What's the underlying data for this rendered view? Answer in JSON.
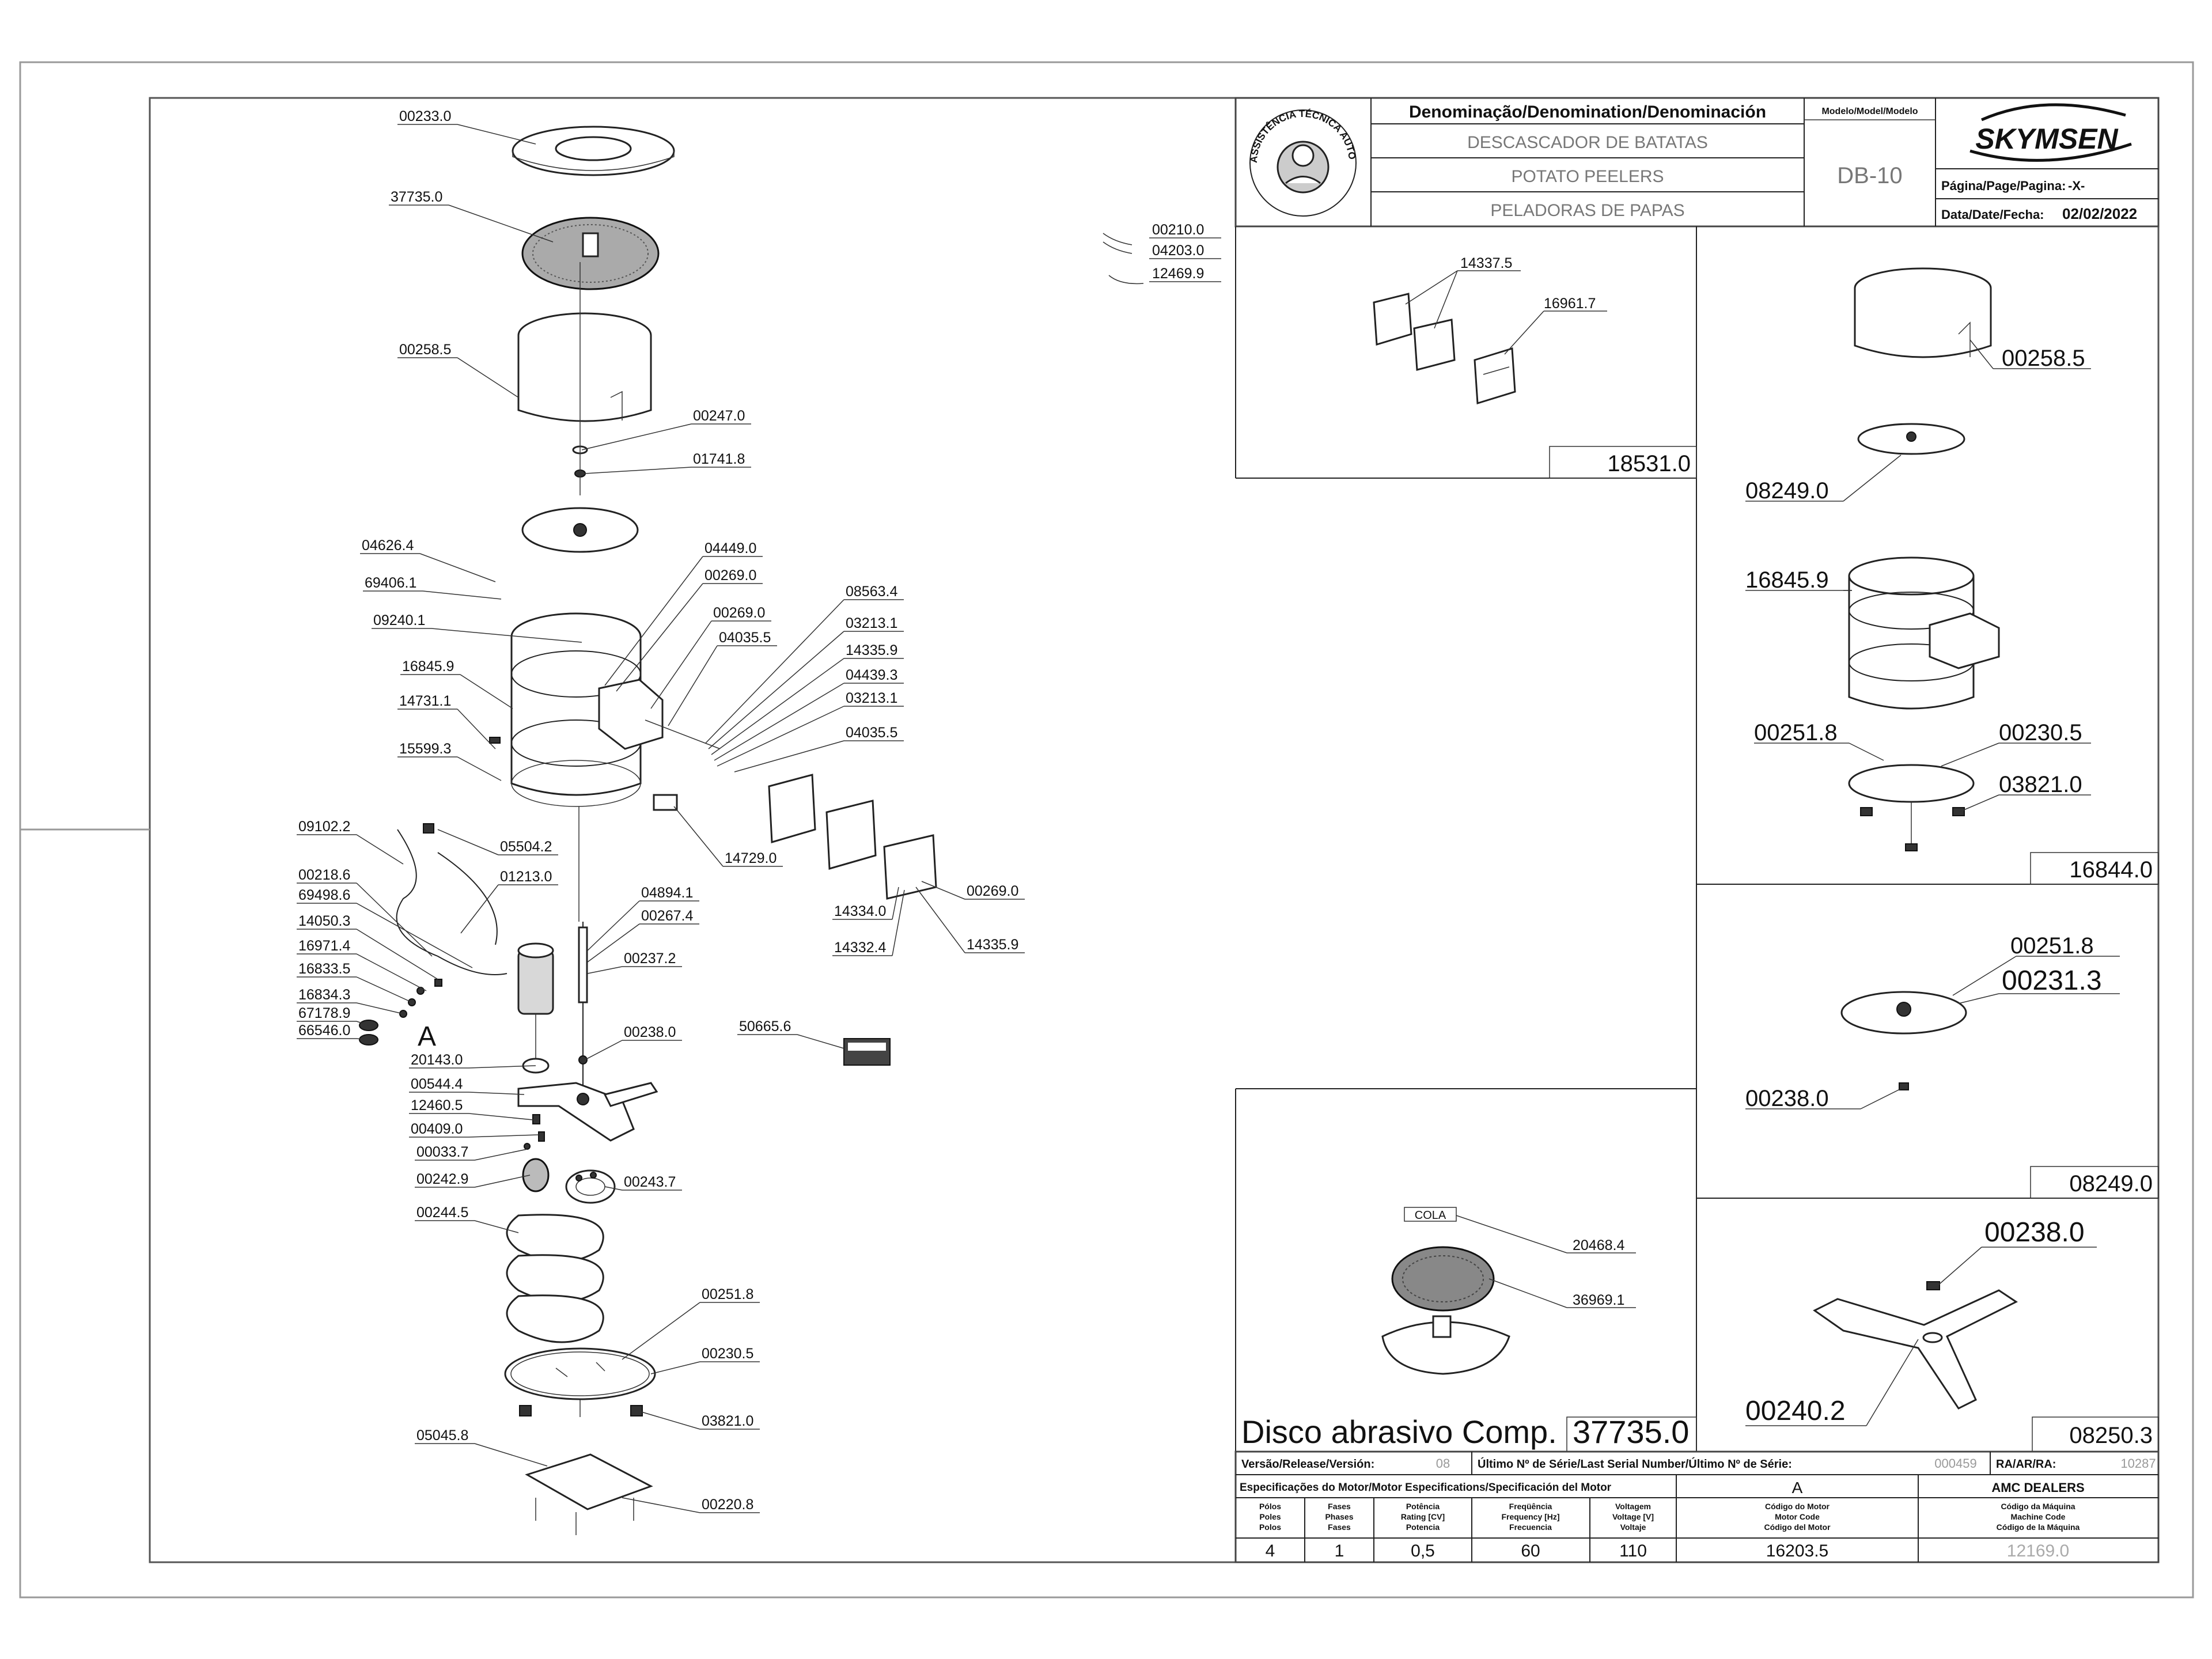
{
  "header": {
    "denomination_label": "Denominação/Denomination/Denominación",
    "model_label": "Modelo/Model/Modelo",
    "name_pt": "DESCASCADOR DE BATATAS",
    "name_en": "POTATO PEELERS",
    "name_es": "PELADORAS DE PAPAS",
    "model_value": "DB-10",
    "brand": "SKYMSEN",
    "page_label": "Página/Page/Pagina:",
    "page_value": "-X-",
    "date_label": "Data/Date/Fecha:",
    "date_value": "02/02/2022",
    "seal_text": "ASSISTÊNCIA TÉCNICA AUTORIZADA"
  },
  "main_labels": [
    "00233.0",
    "37735.0",
    "00258.5",
    "00247.0",
    "01741.8",
    "04626.4",
    "69406.1",
    "09240.1",
    "04449.0",
    "00269.0",
    "00269.0",
    "04035.5",
    "08563.4",
    "03213.1",
    "14335.9",
    "04439.3",
    "03213.1",
    "04035.5",
    "16845.9",
    "14731.1",
    "15599.3",
    "09102.2",
    "05504.2",
    "00218.6",
    "01213.0",
    "69498.6",
    "14050.3",
    "16971.4",
    "16833.5",
    "16834.3",
    "67178.9",
    "66546.0",
    "14729.0",
    "14334.0",
    "14332.4",
    "00269.0",
    "14335.9",
    "04894.1",
    "00267.4",
    "00237.2",
    "00238.0",
    "20143.0",
    "00544.4",
    "12460.5",
    "00409.0",
    "00033.7",
    "00242.9",
    "00243.7",
    "00244.5",
    "00251.8",
    "00230.5",
    "03821.0",
    "05045.8",
    "00220.8",
    "50665.6"
  ],
  "detail_letter": "A",
  "outside_labels": [
    "00210.0",
    "04203.0",
    "12469.9"
  ],
  "kit_18531": {
    "labels": [
      "14337.5",
      "16961.7"
    ],
    "code": "18531.0"
  },
  "kit_16844": {
    "labels": [
      "00258.5",
      "08249.0",
      "16845.9",
      "00251.8",
      "00230.5",
      "03821.0"
    ],
    "code": "16844.0"
  },
  "kit_08249": {
    "labels": [
      "00251.8",
      "00231.3",
      "00238.0"
    ],
    "code": "08249.0"
  },
  "kit_08250": {
    "labels": [
      "00238.0",
      "00240.2"
    ],
    "code": "08250.3"
  },
  "disc_panel": {
    "cola_tag": "COLA",
    "labels": [
      "20468.4",
      "36969.1"
    ],
    "title": "Disco abrasivo Comp.",
    "code": "37735.0"
  },
  "footer": {
    "version_label": "Versão/Release/Versión:",
    "version_value": "08",
    "serial_label": "Último Nº de Série/Last Serial Number/Último Nº de Série:",
    "serial_value": "000459",
    "ra_label": "RA/AR/RA:",
    "ra_value": "10287",
    "motor_spec_label": "Especificações do Motor/Motor Especifications/Specificación del Motor",
    "motor_letter": "A",
    "dealer": "AMC DEALERS",
    "col_headers": [
      [
        "Pólos",
        "Poles",
        "Polos"
      ],
      [
        "Fases",
        "Phases",
        "Fases"
      ],
      [
        "Potência",
        "Rating [CV]",
        "Potencia"
      ],
      [
        "Freqüência",
        "Frequency [Hz]",
        "Frecuencia"
      ],
      [
        "Voltagem",
        "Voltage [V]",
        "Voltaje"
      ],
      [
        "Código do Motor",
        "Motor Code",
        "Código del Motor"
      ],
      [
        "Código da Máquina",
        "Machine Code",
        "Código de la Máquina"
      ]
    ],
    "values": [
      "4",
      "1",
      "0,5",
      "60",
      "110",
      "16203.5",
      "12169.0"
    ]
  }
}
